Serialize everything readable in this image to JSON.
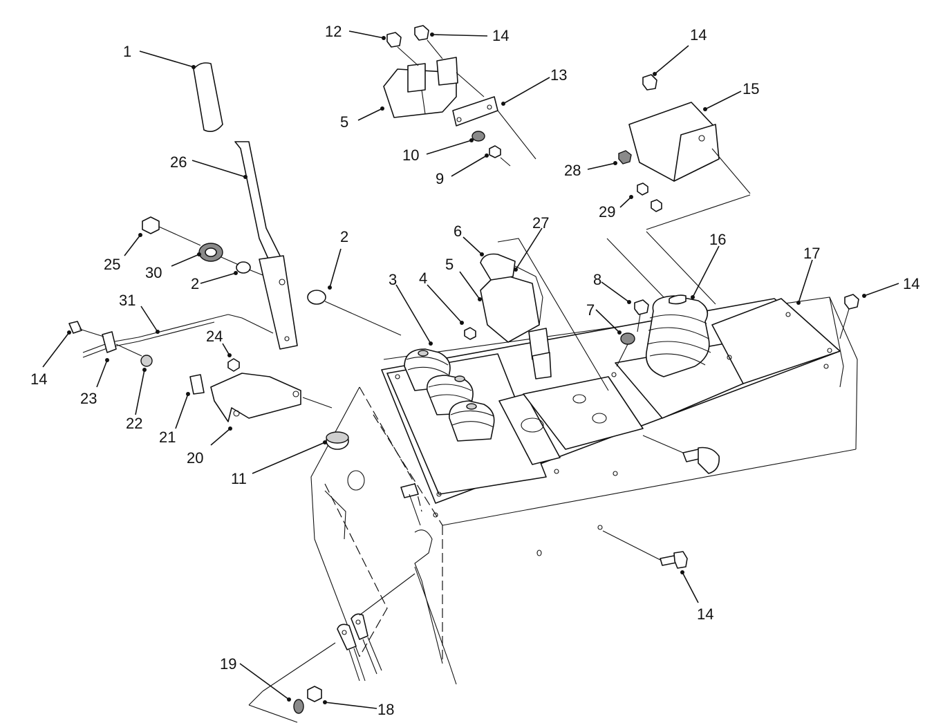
{
  "callouts": [
    {
      "label": "1"
    },
    {
      "label": "26"
    },
    {
      "label": "25"
    },
    {
      "label": "30"
    },
    {
      "label": "2"
    },
    {
      "label": "2"
    },
    {
      "label": "31"
    },
    {
      "label": "14"
    },
    {
      "label": "23"
    },
    {
      "label": "22"
    },
    {
      "label": "24"
    },
    {
      "label": "21"
    },
    {
      "label": "20"
    },
    {
      "label": "11"
    },
    {
      "label": "12"
    },
    {
      "label": "14"
    },
    {
      "label": "13"
    },
    {
      "label": "5"
    },
    {
      "label": "10"
    },
    {
      "label": "9"
    },
    {
      "label": "14"
    },
    {
      "label": "15"
    },
    {
      "label": "28"
    },
    {
      "label": "29"
    },
    {
      "label": "6"
    },
    {
      "label": "27"
    },
    {
      "label": "5"
    },
    {
      "label": "4"
    },
    {
      "label": "3"
    },
    {
      "label": "16"
    },
    {
      "label": "17"
    },
    {
      "label": "14"
    },
    {
      "label": "8"
    },
    {
      "label": "7"
    },
    {
      "label": "14"
    },
    {
      "label": "19"
    },
    {
      "label": "18"
    }
  ]
}
